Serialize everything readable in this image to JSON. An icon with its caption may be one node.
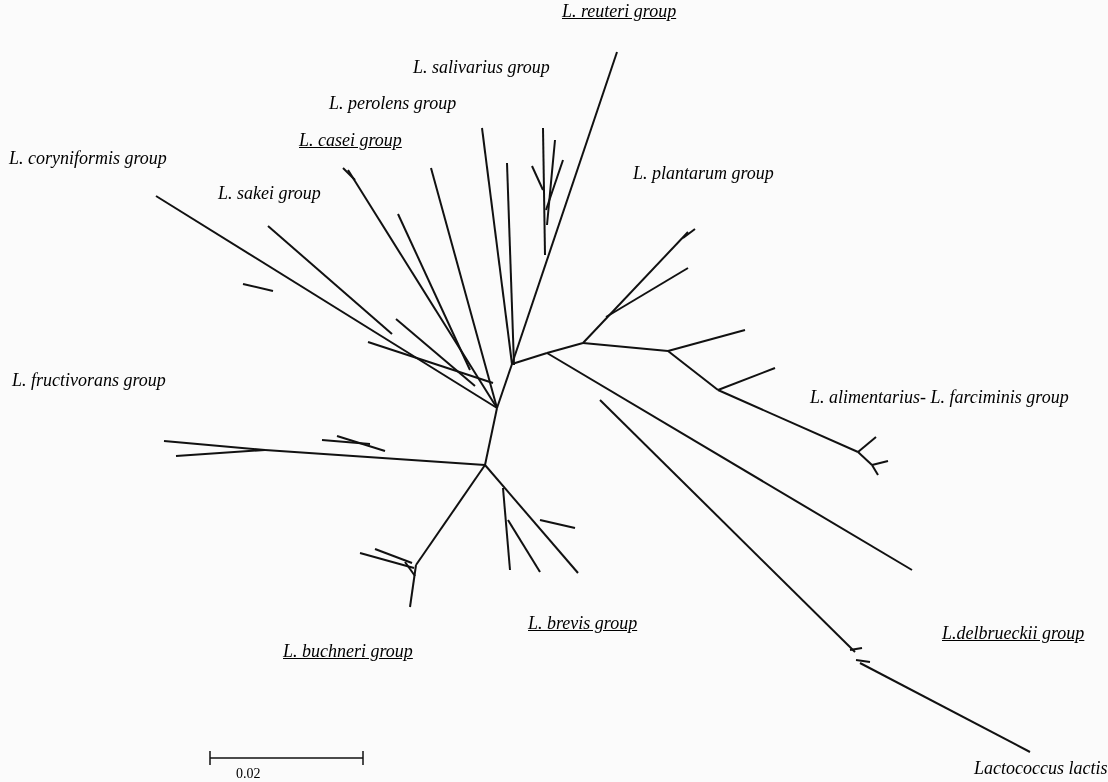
{
  "diagram": {
    "labels": [
      "L. reuteri group",
      "L. salivarius group",
      "L. perolens group",
      "L. casei group",
      "L. coryniformis group",
      "L. sakei group",
      "L. plantarum group",
      "L. alimentarius- L. farciminis group",
      "L. fructivorans group",
      "L. brevis group",
      "L.delbrueckii group",
      "L. buchneri group",
      "Lactococcus lactis",
      "0.02"
    ]
  }
}
